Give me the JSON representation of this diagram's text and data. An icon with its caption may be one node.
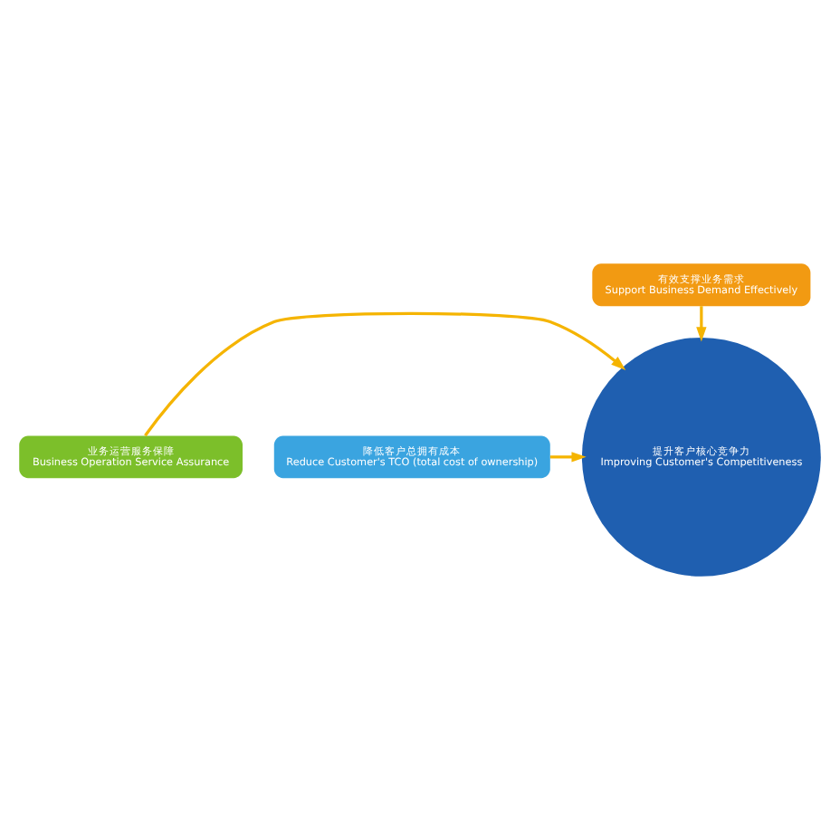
{
  "diagram": {
    "nodes": [
      {
        "text": [
          "提升客户核心竞争力",
          "Improving Customer's Competitiveness"
        ]
      },
      {
        "text": [
          "有效支撑业务需求",
          "Support Business Demand Effectively"
        ]
      },
      {
        "text": [
          "业务运营服务保障",
          "Business Operation Service Assurance"
        ]
      },
      {
        "text": [
          "降低客户总拥有成本",
          "Reduce Customer's TCO (total cost of ownership)"
        ]
      }
    ],
    "edges": [
      {
        "from": 1,
        "to": 0,
        "arrow": "to"
      },
      {
        "from": 2,
        "to": 0,
        "arrow": "to"
      },
      {
        "from": 3,
        "to": 0,
        "arrow": "to"
      }
    ]
  }
}
